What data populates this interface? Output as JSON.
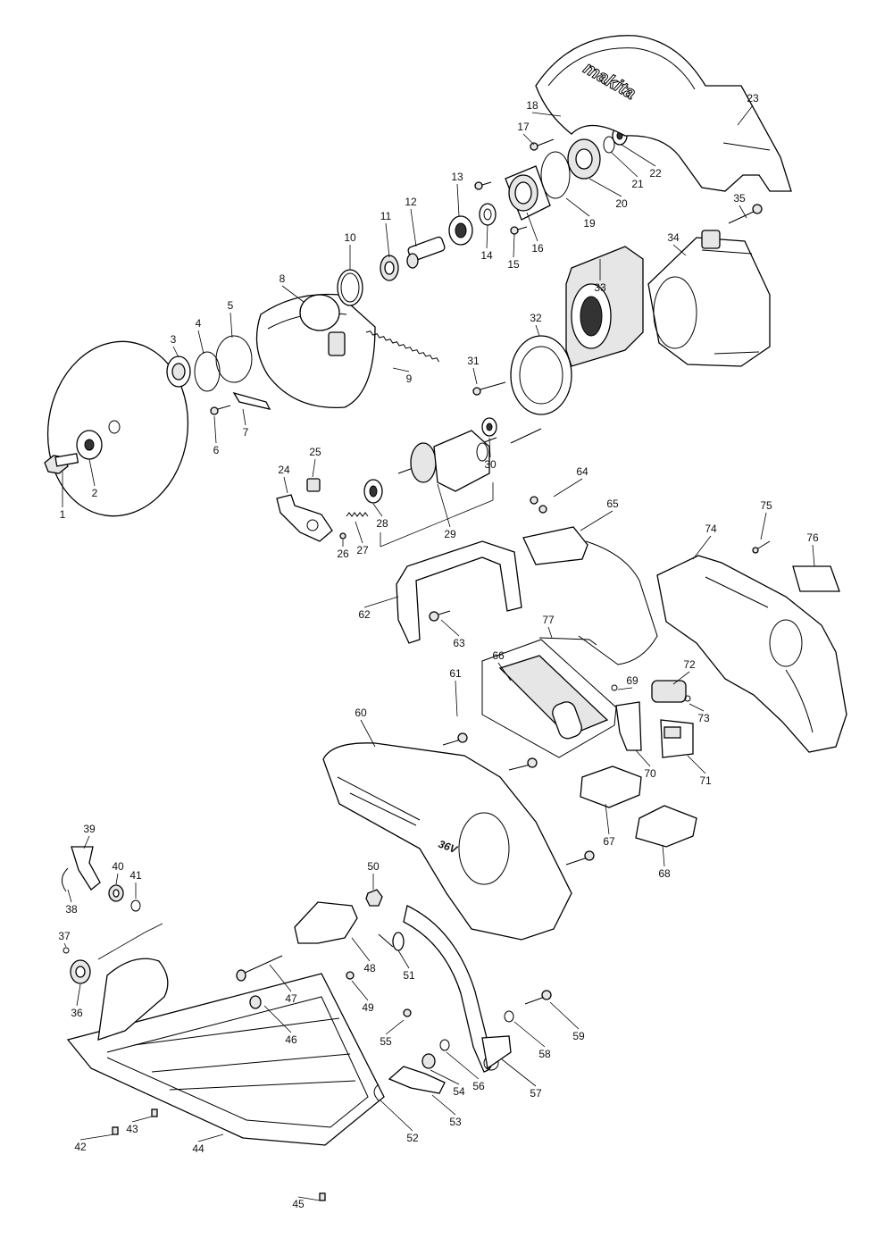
{
  "brand": "makita",
  "battery_voltage_mark": "36V",
  "part_numbers": [
    "1",
    "2",
    "3",
    "4",
    "5",
    "6",
    "7",
    "8",
    "9",
    "10",
    "11",
    "12",
    "13",
    "14",
    "15",
    "16",
    "17",
    "18",
    "19",
    "20",
    "21",
    "22",
    "23",
    "24",
    "25",
    "26",
    "27",
    "28",
    "29",
    "30",
    "31",
    "32",
    "33",
    "34",
    "35",
    "36",
    "37",
    "38",
    "39",
    "40",
    "41",
    "42",
    "43",
    "44",
    "45",
    "46",
    "47",
    "48",
    "49",
    "50",
    "51",
    "52",
    "53",
    "54",
    "55",
    "56",
    "57",
    "58",
    "59",
    "60",
    "61",
    "62",
    "63",
    "64",
    "65",
    "66",
    "67",
    "68",
    "69",
    "70",
    "71",
    "72",
    "73",
    "74",
    "75",
    "76",
    "77"
  ]
}
